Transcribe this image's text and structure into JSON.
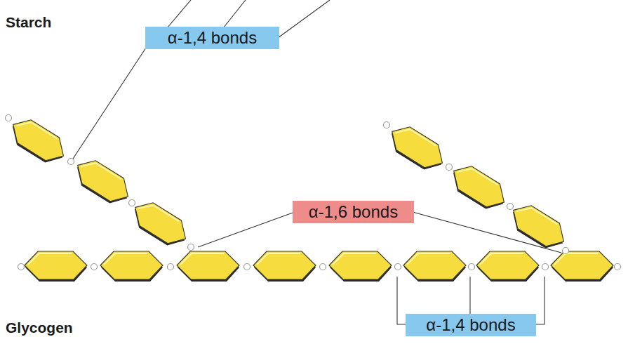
{
  "diagram": {
    "nodes": [
      {
        "text": [
          "α-1,4 bonds"
        ]
      },
      {
        "text": [
          "α-1,6 bonds"
        ]
      },
      {
        "text": [
          "α-1,4 bonds"
        ]
      }
    ],
    "edges": [],
    "labels": [
      "Starch",
      "Glycogen"
    ]
  }
}
